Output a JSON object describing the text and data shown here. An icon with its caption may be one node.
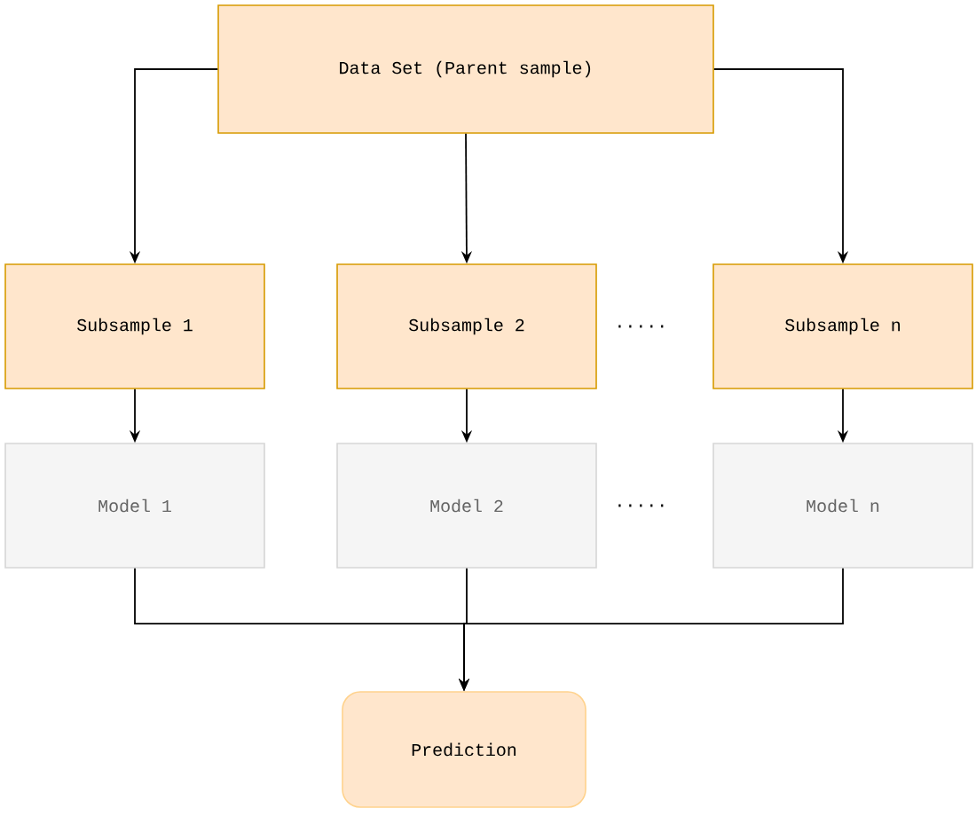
{
  "diagram": {
    "nodes": [
      {
        "text": [
          "Data Set (Parent sample)"
        ]
      },
      {
        "text": [
          "Subsample 1"
        ]
      },
      {
        "text": [
          "Subsample 2"
        ]
      },
      {
        "text": [
          "Subsample n"
        ]
      },
      {
        "text": [
          "Model 1"
        ]
      },
      {
        "text": [
          "Model 2"
        ]
      },
      {
        "text": [
          "Model n"
        ]
      },
      {
        "text": [
          "Prediction"
        ]
      }
    ],
    "edges": [
      {
        "from": 0,
        "to": 1,
        "arrow": "to"
      },
      {
        "from": 0,
        "to": 2,
        "arrow": "to"
      },
      {
        "from": 0,
        "to": 3,
        "arrow": "to"
      },
      {
        "from": 1,
        "to": 4,
        "arrow": "to"
      },
      {
        "from": 2,
        "to": 5,
        "arrow": "to"
      },
      {
        "from": 3,
        "to": 6,
        "arrow": "to"
      },
      {
        "from": 4,
        "to": 7,
        "arrow": "to"
      },
      {
        "from": 5,
        "to": 7,
        "arrow": "to"
      },
      {
        "from": 6,
        "to": 7,
        "arrow": "to"
      }
    ],
    "labels": [
      ".....",
      "....."
    ]
  }
}
